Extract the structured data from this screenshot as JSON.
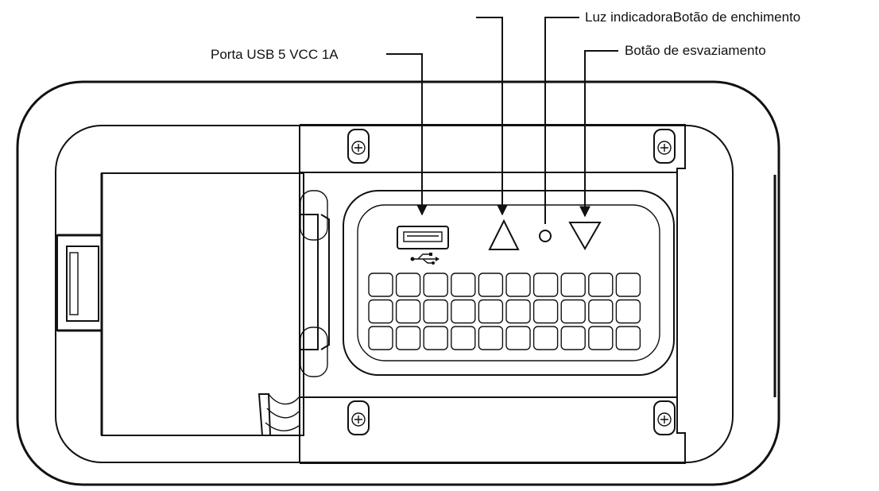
{
  "callouts": {
    "usb_port": "Porta USB 5 VCC 1A",
    "indicator_and_inflate": "Luz indicadoraBotão de enchimento",
    "deflate_button": "Botão de esvaziamento"
  },
  "grille": {
    "rows": 3,
    "columns": 10
  },
  "colors": {
    "line": "#111111",
    "background": "#ffffff"
  }
}
